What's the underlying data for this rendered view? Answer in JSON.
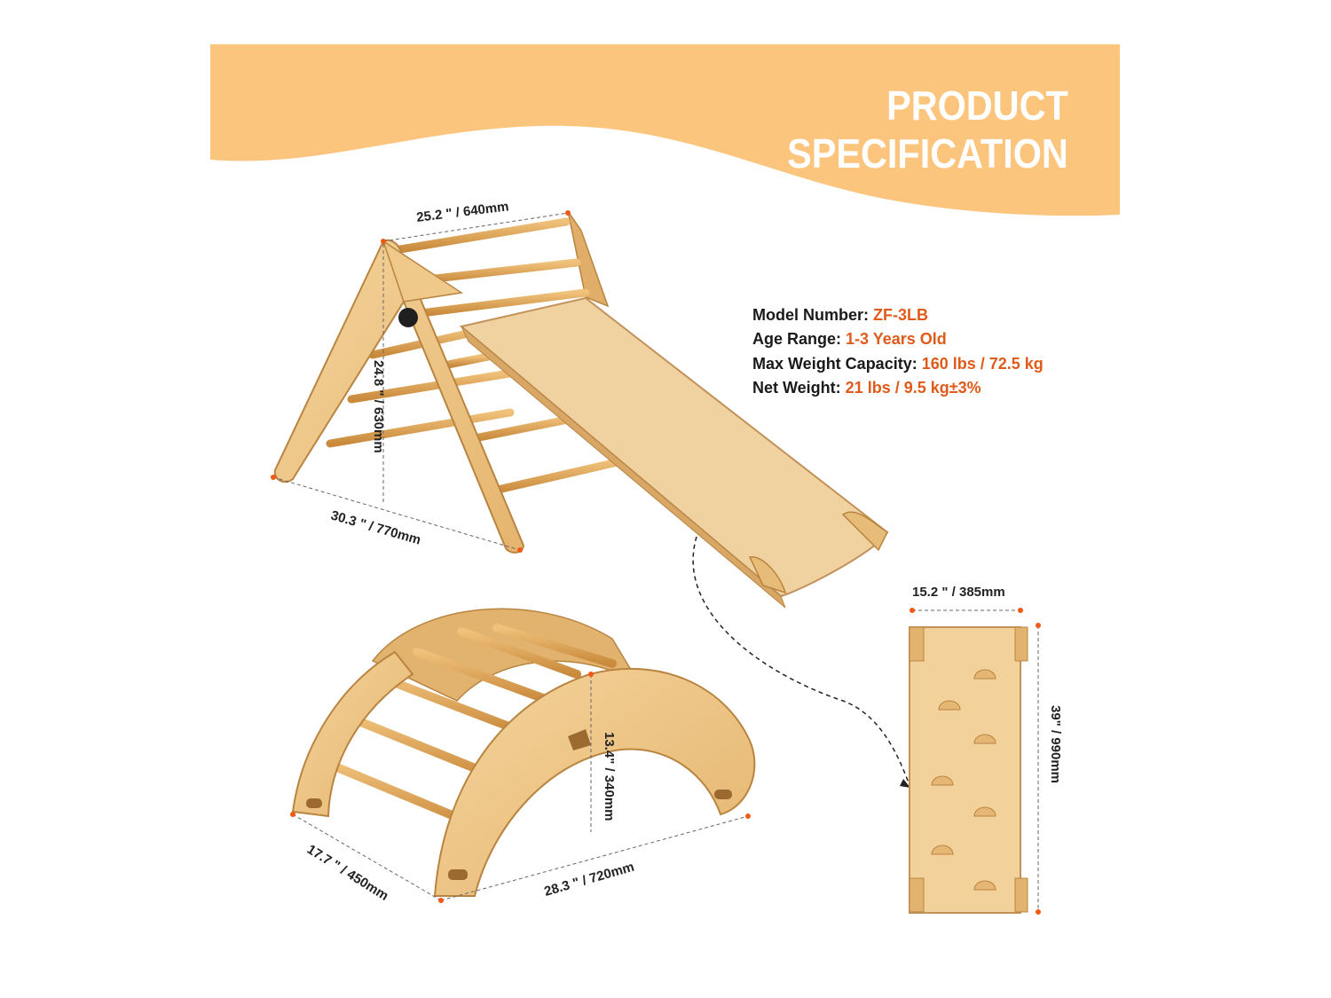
{
  "title": {
    "line1": "PRODUCT",
    "line2": "SPECIFICATION"
  },
  "colors": {
    "banner": "#fcc57e",
    "accent": "#e05a1a",
    "wood": "#e9c07e",
    "wood_dark": "#c98f45",
    "marker": "#f05a16"
  },
  "specs": [
    {
      "label": "Model Number: ",
      "value": "ZF-3LB"
    },
    {
      "label": "Age Range: ",
      "value": "1-3 Years Old"
    },
    {
      "label": "Max Weight Capacity: ",
      "value": "160 lbs / 72.5 kg"
    },
    {
      "label": "Net Weight: ",
      "value": "21 lbs / 9.5 kg±3%"
    }
  ],
  "dimensions": {
    "triangle_top": "25.2 \" / 640mm",
    "triangle_height": "24.8 \" / 630mm",
    "triangle_base": "30.3 \" / 770mm",
    "ramp_width": "15.2 \" / 385mm",
    "ramp_length": "39\" / 990mm",
    "arch_height": "13.4\" / 340mm",
    "arch_depth": "17.7 \" / 450mm",
    "arch_length": "28.3 \" / 720mm"
  }
}
